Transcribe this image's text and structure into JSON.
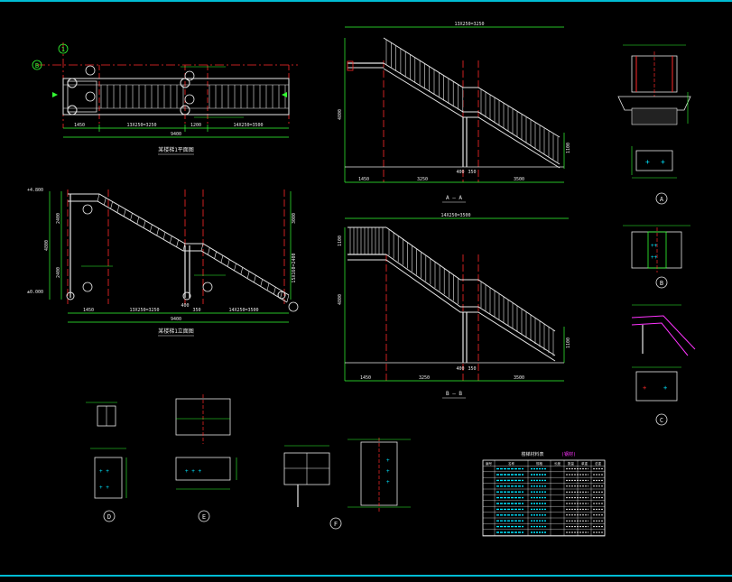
{
  "views": {
    "plan_title": "某楼梯1平面图",
    "elevation_title": "某楼梯1立面图",
    "section_a_title": "A — A",
    "section_b_title": "B — B"
  },
  "markers": {
    "axis_1": "1",
    "axis_b": "B",
    "detail_a": "A",
    "detail_b": "B",
    "detail_c": "C",
    "detail_d": "D",
    "detail_e": "E",
    "detail_f": "F"
  },
  "dimensions": {
    "plan_bottom": [
      "1450",
      "13X250=3250",
      "1200",
      "14X250=3500"
    ],
    "plan_total": "9400",
    "elev_bottom": [
      "1450",
      "13X250=3250",
      "400",
      "350",
      "14X250=3500"
    ],
    "elev_total": "9400",
    "elev_left_levels": [
      "+4.800",
      "±0.000"
    ],
    "elev_left_heights": [
      "2400",
      "4800",
      "2400"
    ],
    "elev_right_heights": [
      "3000",
      "15X160=2400"
    ],
    "sec_a_top": "13X250=3250",
    "sec_a_left": "4800",
    "sec_a_bottom": [
      "1450",
      "3250",
      "400",
      "350",
      "3500"
    ],
    "sec_a_right": "1100",
    "sec_b_top": "14X250=3500",
    "sec_b_left": "4800",
    "sec_b_bottom": [
      "1450",
      "3250",
      "400",
      "350",
      "3500"
    ],
    "sec_b_right": "1100",
    "sec_b_height": "1100"
  },
  "table": {
    "title": "楼梯材料表",
    "suffix": "(钢材)",
    "header": [
      "编号",
      "名称",
      "规格",
      "长度",
      "数量",
      "单重",
      "总重"
    ],
    "rows": 12
  },
  "colors": {
    "background": "#000000",
    "frame": "#00bcd4",
    "line_white": "#e8e8e8",
    "line_green": "#33ff33",
    "line_red": "#ff2a2a",
    "line_magenta": "#ff33ff",
    "line_cyan": "#00e5ff",
    "line_yellow": "#ffff33"
  }
}
